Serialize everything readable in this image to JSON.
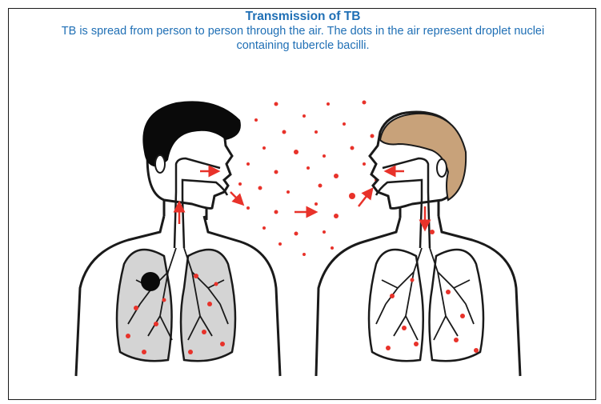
{
  "figure": {
    "title": "Transmission of TB",
    "subtitle": "TB is spread from person to person through the air. The dots in the air represent droplet nuclei containing tubercle bacilli.",
    "colors": {
      "heading_text": "#1f6fb5",
      "bacilli_dots": "#e8322a",
      "infected_hair": "#0a0a0a",
      "exposed_hair": "#c8a27a",
      "lungs_infected": "#d4d4d4",
      "outline": "#1a1a1a"
    },
    "people": [
      {
        "role": "infected person",
        "hair": "black",
        "has_lung_cavity": true
      },
      {
        "role": "exposed person",
        "hair": "tan",
        "has_lung_cavity": false
      }
    ]
  }
}
